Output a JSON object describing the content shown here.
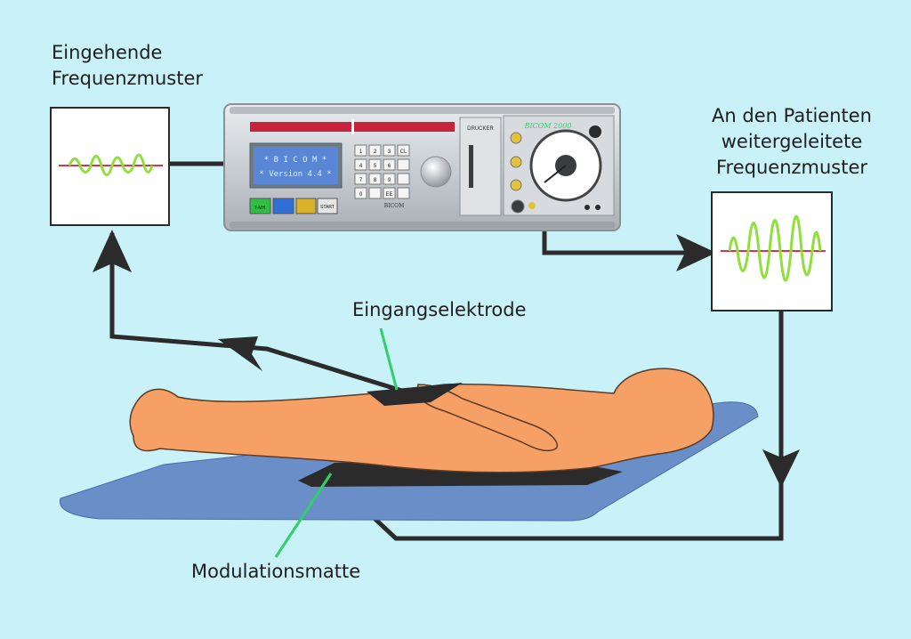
{
  "labels": {
    "incoming": [
      "Eingehende",
      "Frequenzmuster"
    ],
    "outgoing": [
      "An den Patienten",
      "weitergeleitete",
      "Frequenzmuster"
    ],
    "electrode": "Eingangselektrode",
    "mat": "Modulationsmatte"
  },
  "device": {
    "display_lines": [
      "* B I C O M *",
      "* Version 4.4 *"
    ],
    "printer_label": "DRUCKER",
    "brand": "BICOM",
    "model": "BICOM 2000",
    "keypad": [
      "1",
      "2",
      "3",
      "CL",
      "4",
      "5",
      "6",
      "",
      "7",
      "8",
      "9",
      "",
      "0",
      "",
      "EE",
      ""
    ],
    "buttons": [
      "T-MH",
      "",
      "",
      "START"
    ]
  },
  "colors": {
    "background": "#c9f1f8",
    "body": "#f7a066",
    "mat": "#6a8fc8",
    "wave_green": "#8fe03a",
    "baseline_red": "#d0384a",
    "pointer_green": "#2fd06a",
    "lines": "#2b2b2b"
  }
}
